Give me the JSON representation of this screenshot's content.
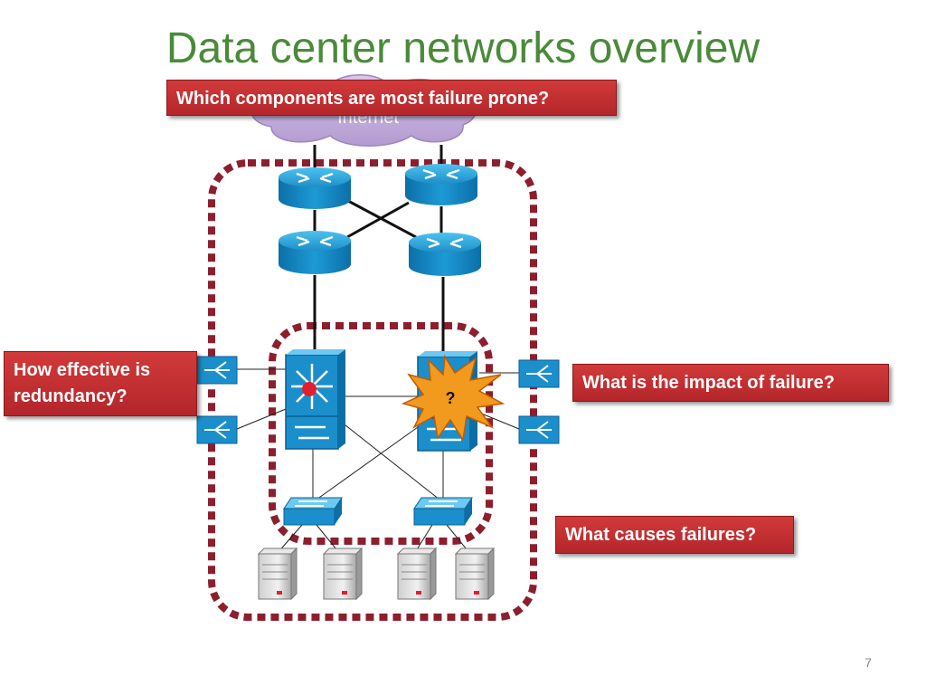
{
  "slide": {
    "title": "Data center networks overview",
    "page_number": "7"
  },
  "diagram": {
    "cloud_label": "Internet",
    "failure_marker": "?"
  },
  "callouts": {
    "top": "Which components are most failure prone?",
    "left": "How effective is redundancy?",
    "right": "What is the impact of failure?",
    "bottom_right": "What causes failures?"
  },
  "colors": {
    "title": "#4a8a3a",
    "callout_bg": "#c0302f",
    "dashed_border": "#8c1f2e",
    "device_blue": "#1e9bd7",
    "explosion": "#f29a1e"
  }
}
